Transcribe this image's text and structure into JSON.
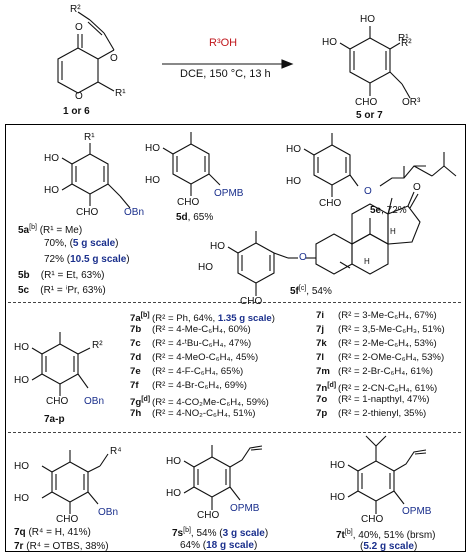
{
  "scheme": {
    "reagent_top": "R³OH",
    "conditions": "DCE, 150 °C, 13 h",
    "sm_label": "1 or 6",
    "product_label": "5 or 7",
    "sm_atoms": {
      "r2": "R²",
      "r1": "R¹",
      "o1": "O",
      "o2": "O",
      "o3": "O"
    },
    "prod_atoms": {
      "ho1": "HO",
      "ho2": "HO",
      "r1": "R¹",
      "r2": "R²",
      "cho": "CHO",
      "or3": "OR³"
    }
  },
  "panel1": {
    "5a_label": "5a",
    "5a_sup": "[b]",
    "5a_cond": "(R¹ = Me)",
    "5a_y1": "70%, (",
    "5a_s1": "5 g scale",
    "5a_y1_end": ")",
    "5a_y2": "72% (",
    "5a_s2": "10.5 g scale",
    "5a_y2_end": ")",
    "5b": "5b",
    "5b_cond": "(R¹ = Et, 63%)",
    "5c": "5c",
    "5c_cond": "(R¹ = ⁱPr, 63%)",
    "5d": "5d",
    "5d_y": ", 65%",
    "5e": "5e",
    "5e_y": ", 72%",
    "5f": "5f",
    "5f_sup": "[c]",
    "5f_y": ", 54%",
    "atoms": {
      "r1": "R¹",
      "ho": "HO",
      "cho": "CHO",
      "obn": "OBn",
      "opmb": "OPMB",
      "o": "O",
      "h": "H"
    }
  },
  "panel2": {
    "label": "7a-p",
    "atoms": {
      "ho": "HO",
      "r2": "R²",
      "cho": "CHO",
      "obn": "OBn"
    },
    "left": [
      {
        "id": "7a",
        "sup": "[b]",
        "text": "(R² = Ph, 64%, ",
        "scale": "1.35 g scale",
        "end": ")"
      },
      {
        "id": "7b",
        "text": "(R² = 4-Me-C₆H₄, 60%)"
      },
      {
        "id": "7c",
        "text": "(R² = 4-ᵗBu-C₆H₄, 47%)"
      },
      {
        "id": "7d",
        "text": "(R² = 4-MeO-C₆H₄, 45%)"
      },
      {
        "id": "7e",
        "text": "(R² = 4-F-C₆H₄, 65%)"
      },
      {
        "id": "7f",
        "text": "(R² = 4-Br-C₆H₄, 69%)"
      },
      {
        "id": "7g",
        "sup": "[d]",
        "text": "(R² = 4-CO₂Me-C₆H₄, 59%)"
      },
      {
        "id": "7h",
        "text": "(R² = 4-NO₂-C₆H₄, 51%)"
      }
    ],
    "right": [
      {
        "id": "7i",
        "text": "(R² = 3-Me-C₆H₄, 67%)"
      },
      {
        "id": "7j",
        "text": "(R² = 3,5-Me-C₆H₃, 51%)"
      },
      {
        "id": "7k",
        "text": "(R² = 2-Me-C₆H₄, 53%)"
      },
      {
        "id": "7l",
        "text": "(R² = 2-OMe-C₆H₄, 53%)"
      },
      {
        "id": "7m",
        "text": "(R² = 2-Br-C₆H₄, 61%)"
      },
      {
        "id": "7n",
        "sup": "[d]",
        "text": "(R² = 2-CN-C₆H₄, 61%)"
      },
      {
        "id": "7o",
        "text": "(R² = 1-napthyl, 47%)"
      },
      {
        "id": "7p",
        "text": "(R² = 2-thienyl, 35%)"
      }
    ]
  },
  "panel3": {
    "atoms": {
      "ho": "HO",
      "r4": "R⁴",
      "cho": "CHO",
      "obn": "OBn",
      "opmb": "OPMB"
    },
    "7q": "7q",
    "7q_cond": "(R⁴ = H, 41%)",
    "7r": "7r",
    "7r_cond": "(R⁴ = OTBS, 38%)",
    "7s": "7s",
    "7s_sup": "[b]",
    "7s_y1": ", 54% (",
    "7s_s1": "3 g scale",
    "7s_y1_end": ")",
    "7s_y2": "64% (",
    "7s_s2": "18 g scale",
    "7s_y2_end": ")",
    "7t": "7t",
    "7t_sup": "[b]",
    "7t_y1": ", 40%, 51% (brsm)",
    "7t_y2": "(",
    "7t_s2": "5.2 g scale",
    "7t_y2_end": ")"
  },
  "colors": {
    "scale": "#1a2f8c",
    "reagent": "#c0181e",
    "bond": "#111111"
  }
}
